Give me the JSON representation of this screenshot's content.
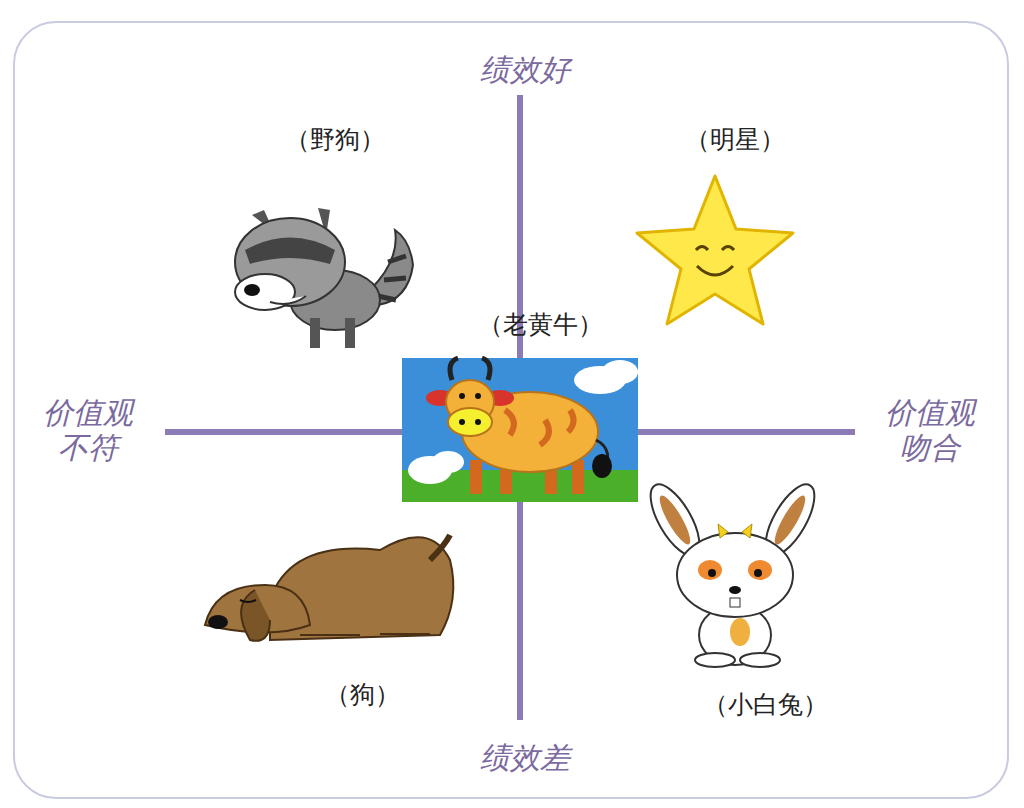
{
  "diagram": {
    "labels": [
      "绩效好",
      "（野狗）",
      "（明星）",
      "（老黄牛）",
      "价值观 不符",
      "价值观 吻合",
      "（狗）",
      "（小白兔）",
      "绩效差"
    ]
  }
}
